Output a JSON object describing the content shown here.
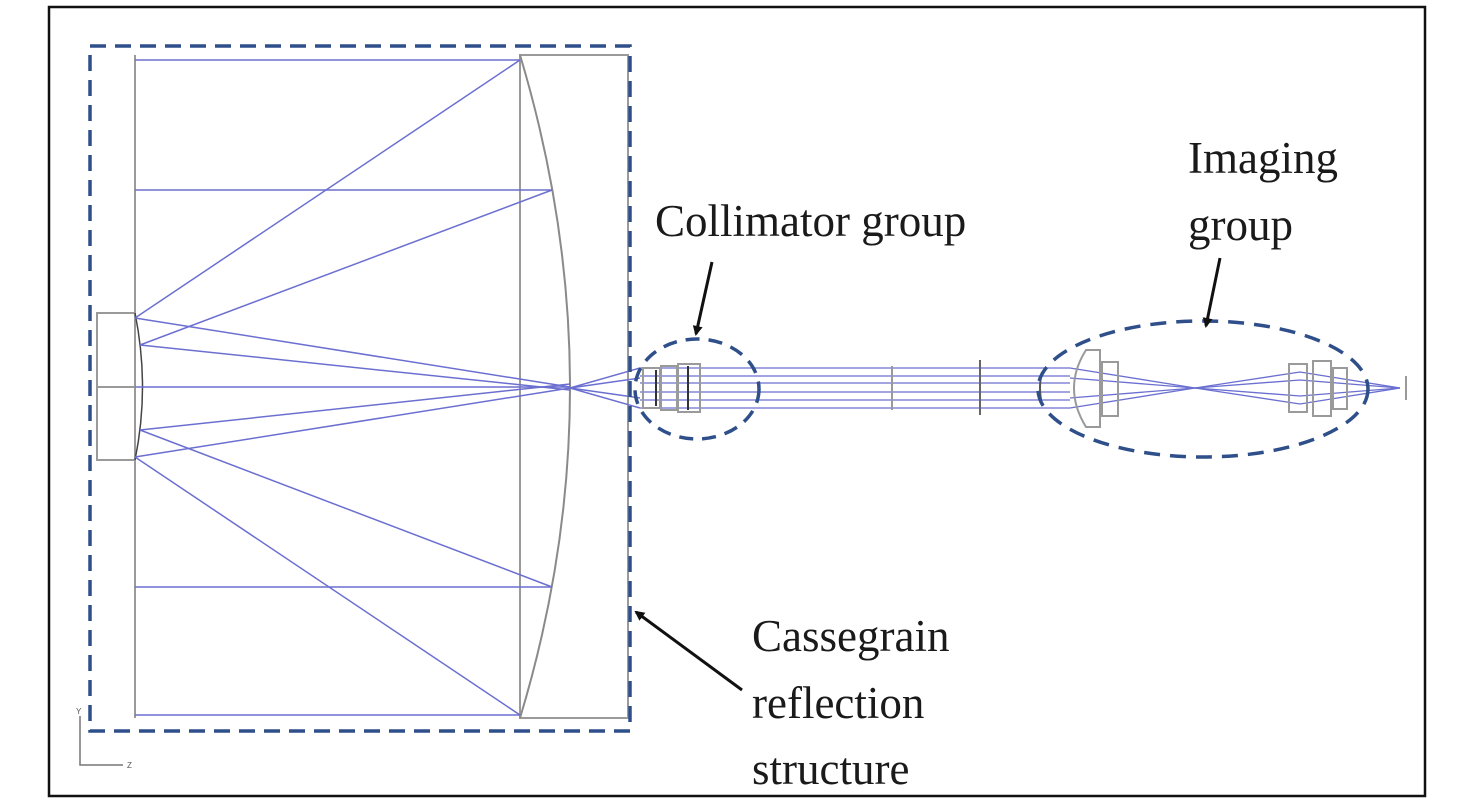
{
  "labels": {
    "collimator": "Collimator group",
    "imaging_line1": "Imaging",
    "imaging_line2": "group",
    "cassegrain_line1": "Cassegrain",
    "cassegrain_line2": "reflection",
    "cassegrain_line3": "structure"
  },
  "axis_icon": {
    "y": "Y",
    "z": "Z"
  },
  "colors": {
    "ray": "#6b6fd0",
    "lens": "#9a9a9a",
    "dashed_outline": "#2f4f8a",
    "arrow": "#111111"
  }
}
